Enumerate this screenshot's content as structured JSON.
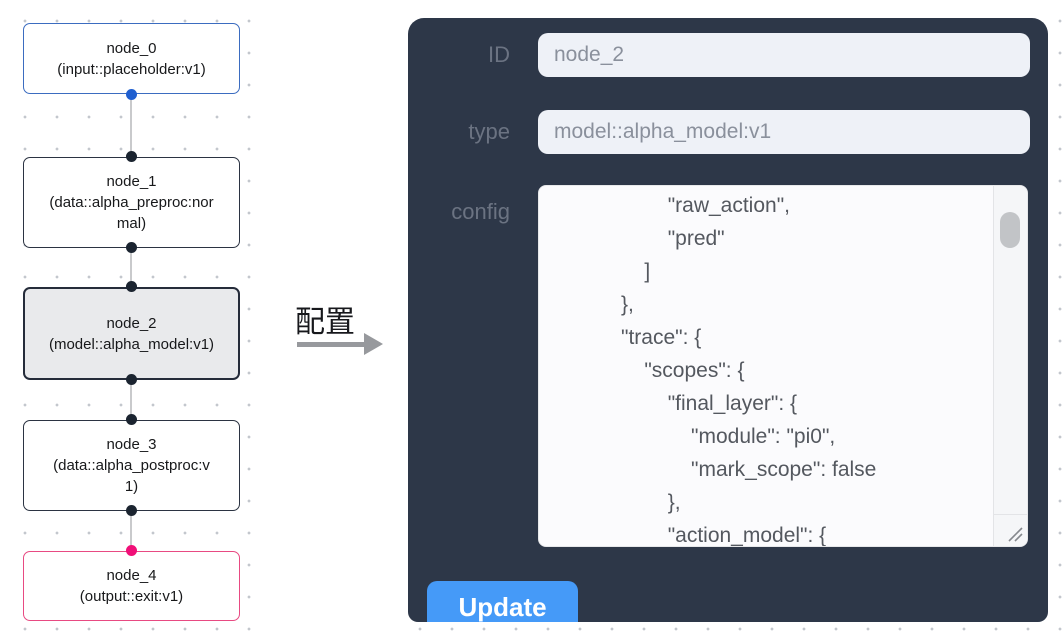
{
  "flow": {
    "nodes": [
      {
        "name": "node_0",
        "type": "(input::placeholder:v1)",
        "role": "input"
      },
      {
        "name": "node_1",
        "type": "(data::alpha_preproc:normal)",
        "role": "default"
      },
      {
        "name": "node_2",
        "type": "(model::alpha_model:v1)",
        "role": "default",
        "selected": true
      },
      {
        "name": "node_3",
        "type": "(data::alpha_postproc:v1)",
        "role": "default"
      },
      {
        "name": "node_4",
        "type": "(output::exit:v1)",
        "role": "output"
      }
    ]
  },
  "connector": {
    "label": "配置"
  },
  "panel": {
    "id": {
      "label": "ID",
      "value": "node_2"
    },
    "type": {
      "label": "type",
      "value": "model::alpha_model:v1"
    },
    "config": {
      "label": "config",
      "text": "                    \"raw_action\",\n                    \"pred\"\n                ]\n            },\n            \"trace\": {\n                \"scopes\": {\n                    \"final_layer\": {\n                        \"module\": \"pi0\",\n                        \"mark_scope\": false\n                    },\n                    \"action_model\": {"
    },
    "update_label": "Update"
  },
  "colors": {
    "panel_bg": "#2d3748",
    "field_bg": "#eef1f7",
    "field_text": "#8a909c",
    "label_text": "#6b7382",
    "config_bg": "#fbfbfd",
    "config_text": "#54585f",
    "button_bg": "#459af8",
    "button_text": "#ffffff",
    "node_border_default": "#2b3342",
    "node_border_input": "#3b6cc0",
    "node_border_output": "#e84a82",
    "node_selected_bg": "#e9eaec",
    "port_default": "#1b2430",
    "port_input": "#1f5fd0",
    "port_output": "#f00f78",
    "edge": "#c9cacc",
    "dot_grid": "#c3c7cd",
    "arrow": "#97999d"
  }
}
